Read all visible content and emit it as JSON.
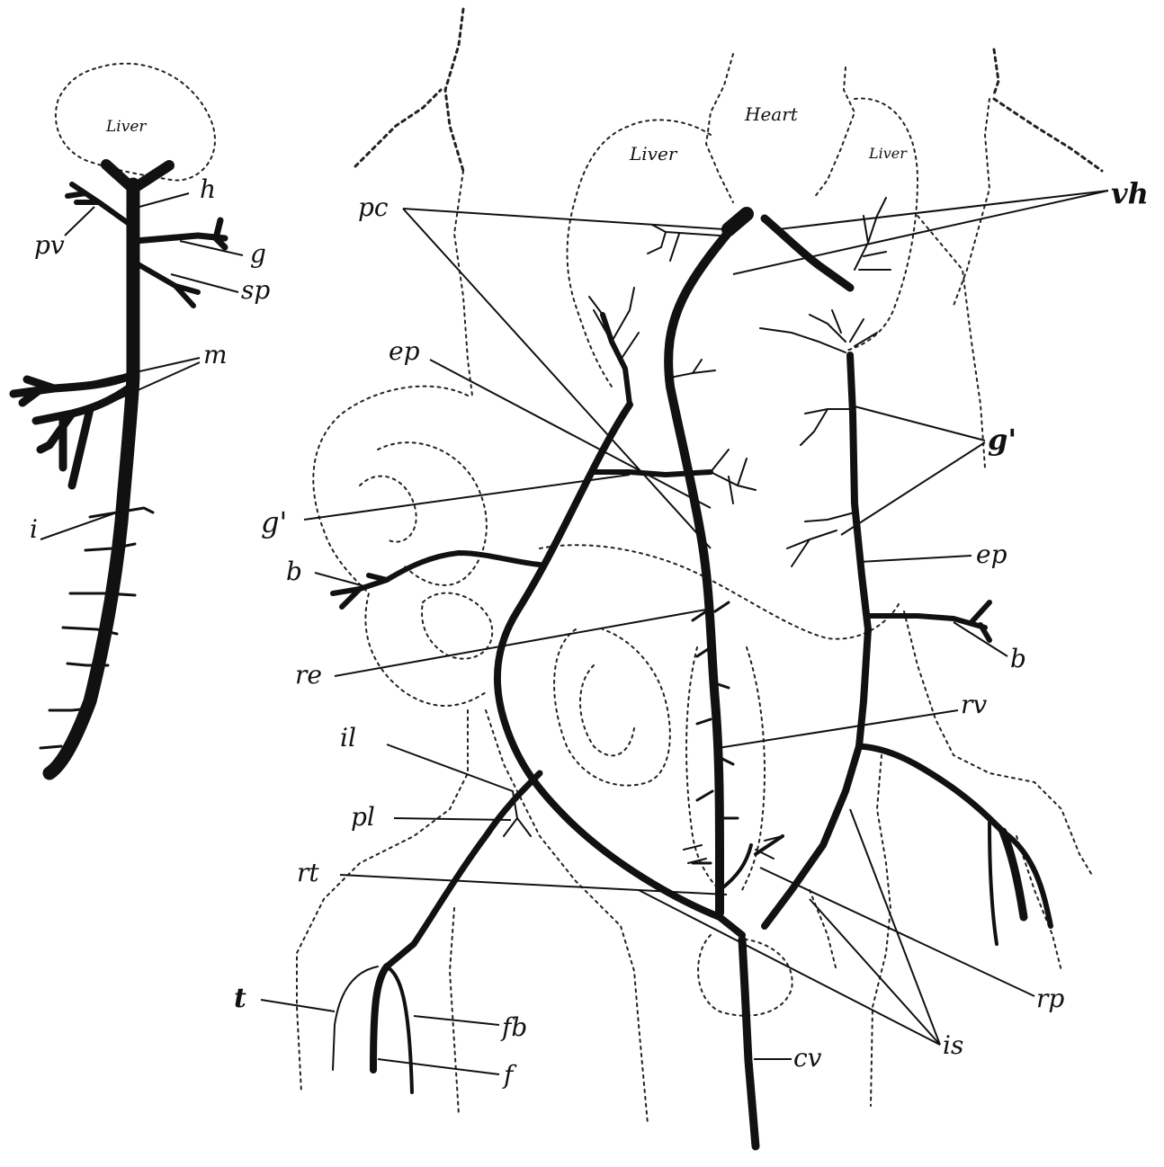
{
  "labels": {
    "small_liver": "Liver",
    "h": "h",
    "pv": "pv",
    "g": "g",
    "sp": "sp",
    "m": "m",
    "i": "i",
    "heart": "Heart",
    "liver_left": "Liver",
    "liver_right": "Liver",
    "pc": "pc",
    "vh": "vh",
    "ep_left": "ep",
    "g_prime_right": "g'",
    "g_prime_left": "g'",
    "ep_right": "ep",
    "b_left": "b",
    "b_right": "b",
    "re": "re",
    "rv": "rv",
    "il": "il",
    "pl": "pl",
    "rt": "rt",
    "rp": "rp",
    "t_left": "t",
    "fb": "fb",
    "f": "f",
    "cv": "cv",
    "is": "is"
  }
}
